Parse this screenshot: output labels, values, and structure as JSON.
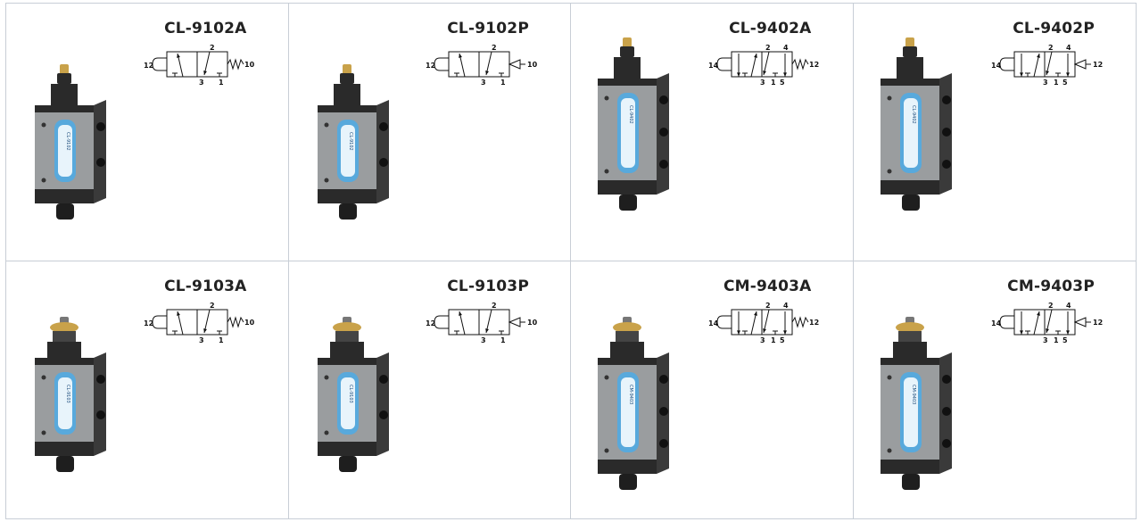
{
  "products": [
    {
      "model": "CL-9102A",
      "ports": 3,
      "actuator": "spring",
      "pilot_label": "12",
      "right_label": "10",
      "valve_label": "CL-9102",
      "body": "small",
      "top": "pin"
    },
    {
      "model": "CL-9102P",
      "ports": 3,
      "actuator": "pilot",
      "pilot_label": "12",
      "right_label": "10",
      "valve_label": "CL-9102",
      "body": "small",
      "top": "pin"
    },
    {
      "model": "CL-9402A",
      "ports": 5,
      "actuator": "spring",
      "pilot_label": "14",
      "right_label": "12",
      "valve_label": "CL-9402",
      "body": "large",
      "top": "pin"
    },
    {
      "model": "CL-9402P",
      "ports": 5,
      "actuator": "pilot",
      "pilot_label": "14",
      "right_label": "12",
      "valve_label": "CL-9402",
      "body": "large",
      "top": "pin"
    },
    {
      "model": "CL-9103A",
      "ports": 3,
      "actuator": "spring",
      "pilot_label": "12",
      "right_label": "10",
      "valve_label": "CL-9103",
      "body": "small",
      "top": "panel"
    },
    {
      "model": "CL-9103P",
      "ports": 3,
      "actuator": "pilot",
      "pilot_label": "12",
      "right_label": "10",
      "valve_label": "CL-9103",
      "body": "small",
      "top": "panel"
    },
    {
      "model": "CM-9403A",
      "ports": 5,
      "actuator": "spring",
      "pilot_label": "14",
      "right_label": "12",
      "valve_label": "CM-9403",
      "body": "large",
      "top": "panel"
    },
    {
      "model": "CM-9403P",
      "ports": 5,
      "actuator": "pilot",
      "pilot_label": "14",
      "right_label": "12",
      "valve_label": "CM-9403",
      "body": "large",
      "top": "panel"
    }
  ],
  "port_labels_3": [
    "2",
    "3",
    "1"
  ],
  "port_labels_5": [
    "2",
    "4",
    "3",
    "1",
    "5"
  ],
  "colors": {
    "body": "#9a9d9f",
    "body_dark": "#2a2a2a",
    "label": "#58a9dc",
    "brass": "#c9a24a",
    "grid": "#c8ced6"
  }
}
